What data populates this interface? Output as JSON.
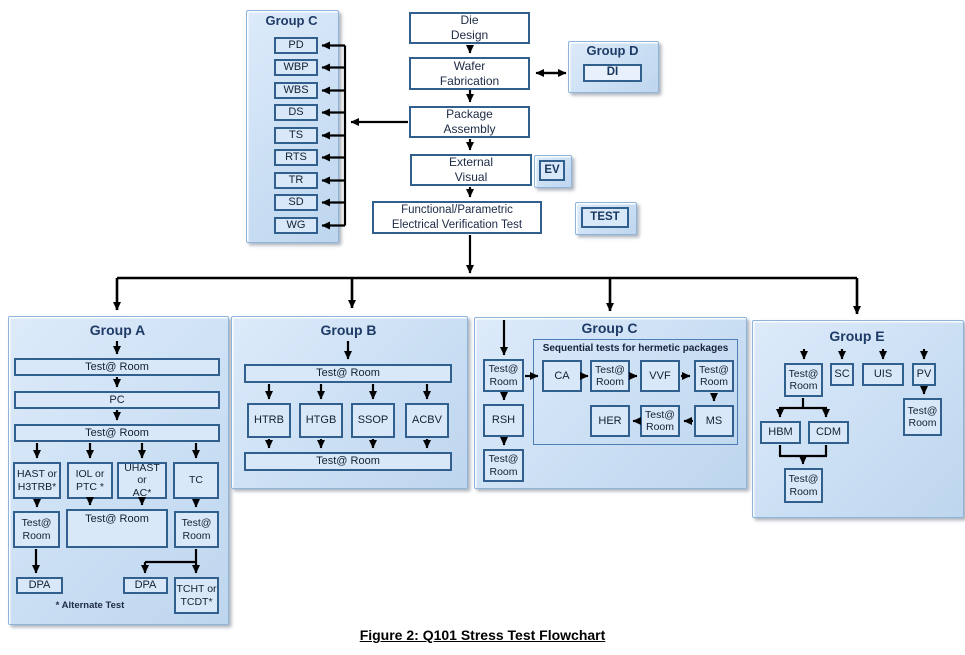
{
  "caption": "Figure 2:  Q101 Stress Test Flowchart",
  "labels": {
    "test_room": "Test@ Room"
  },
  "top": {
    "group_c": {
      "title": "Group C",
      "items": [
        "PD",
        "WBP",
        "WBS",
        "DS",
        "TS",
        "RTS",
        "TR",
        "SD",
        "WG"
      ]
    },
    "group_d": {
      "title": "Group D",
      "item": "DI"
    },
    "flow": {
      "die": "Die\nDesign",
      "wafer": "Wafer\nFabrication",
      "package": "Package\nAssembly",
      "external": "External\nVisual",
      "functional": "Functional/Parametric\nElectrical Verification Test"
    },
    "ev": "EV",
    "test": "TEST"
  },
  "group_a": {
    "title": "Group A",
    "pc": "PC",
    "stress_tests": [
      "HAST or\nH3TRB*",
      "IOL or\nPTC *",
      "UHAST or\nAC*",
      "TC"
    ],
    "dpa": "DPA",
    "tcht": "TCHT or\nTCDT*",
    "note": "* Alternate Test"
  },
  "group_b": {
    "title": "Group B",
    "tests": [
      "HTRB",
      "HTGB",
      "SSOP",
      "ACBV"
    ]
  },
  "group_c2": {
    "title": "Group C",
    "seq_label": "Sequential tests for hermetic packages",
    "rsh": "RSH",
    "ca": "CA",
    "vvf": "VVF",
    "her": "HER",
    "ms": "MS"
  },
  "group_e": {
    "title": "Group E",
    "sc": "SC",
    "uis": "UIS",
    "pv": "PV",
    "hbm": "HBM",
    "cdm": "CDM"
  },
  "colors": {
    "panel_fill": "#cde0f3",
    "box_border": "#31608f",
    "box_fill": "#d9e8f8",
    "title_text": "#1e3a66",
    "arrow": "#000000"
  }
}
